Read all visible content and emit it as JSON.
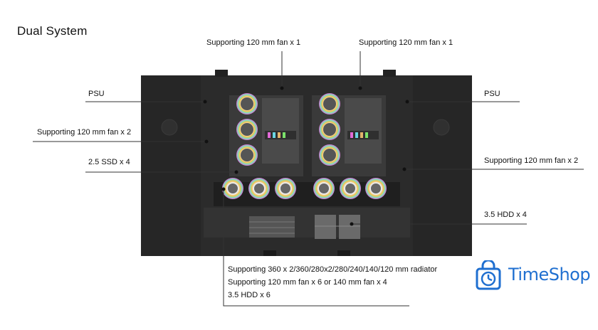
{
  "title": "Dual System",
  "labels": {
    "top_left_fan": "Supporting 120 mm fan x 1",
    "top_right_fan": "Supporting 120 mm fan x 1",
    "psu_left": "PSU",
    "psu_right": "PSU",
    "left_fan_x2": "Supporting 120 mm fan x 2",
    "right_fan_x2": "Supporting 120 mm fan x 2",
    "ssd": "2.5 SSD x 4",
    "hdd_right": "3.5 HDD x 4",
    "bottom_radiator": "Supporting 360 x 2/360/280x2/280/240/140/120 mm radiator",
    "bottom_fans": "Supporting 120 mm fan x 6 or 140 mm fan x 4",
    "bottom_hdd": "3.5 HDD x 6"
  },
  "logo": {
    "text": "TimeShop",
    "icon": "clock-bag-icon",
    "color": "#1f6fd0"
  },
  "colors": {
    "chassis": "#2b2b2b",
    "interior": "#3a3a3a",
    "fan_ring_a": "#f5a623",
    "fan_ring_b": "#7ee0c3",
    "fan_ring_c": "#d86bd1"
  }
}
